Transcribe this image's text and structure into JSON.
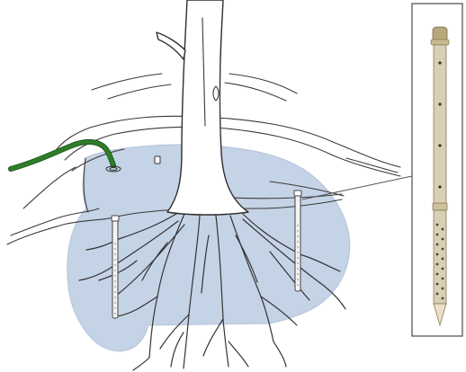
{
  "colors": {
    "background": "#ffffff",
    "water_zone": "#c5d3e6",
    "water_zone_edge": "#b3c3da",
    "hose": "#2f7d2a",
    "hose_dark": "#1f5a1c",
    "probe_body": "#d9cfb3",
    "probe_cap": "#b9a77e",
    "probe_tip": "#eadfc8",
    "inset_frame": "#4a4a4a",
    "line_art": "#333333"
  },
  "icons": {
    "tree_trunk": "tree-trunk-drawing",
    "root_zone": "root-zone-drawing",
    "hose": "garden-hose-icon",
    "probe": "irrigation-probe-icon"
  },
  "probe": {
    "hole_count_upper": 4,
    "hole_count_lower": 16
  }
}
